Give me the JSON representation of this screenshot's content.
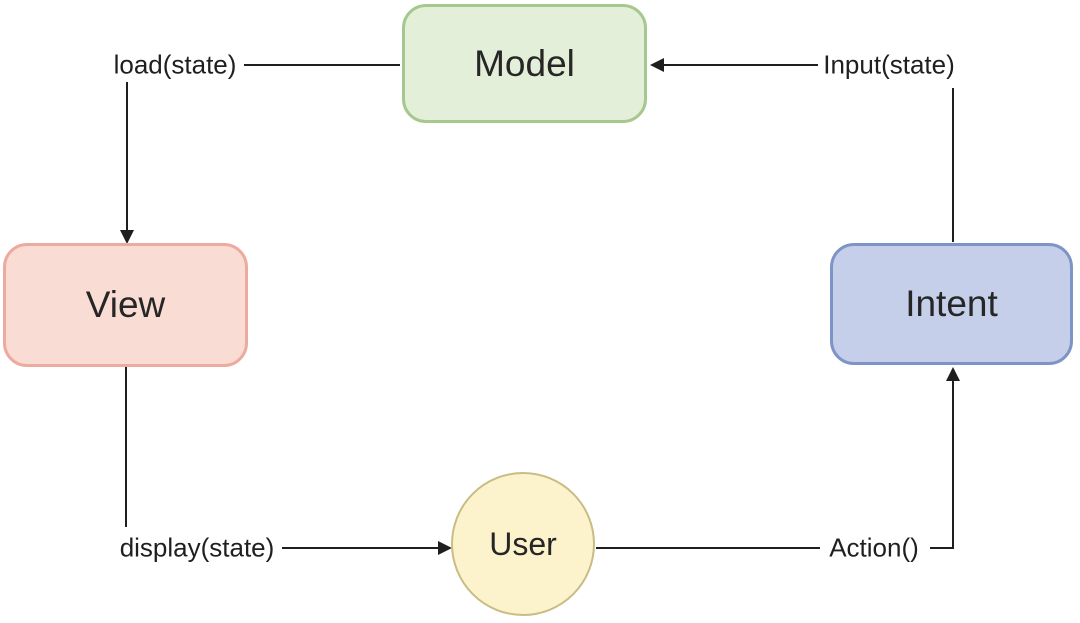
{
  "canvas": {
    "background": "#ffffff",
    "line_color": "#1f1f1f",
    "text_color": "#262626"
  },
  "nodes": {
    "model": {
      "label": "Model",
      "shape": "rounded-rect",
      "fill": "#e3efd9",
      "border": "#a6c88f"
    },
    "view": {
      "label": "View",
      "shape": "rounded-rect",
      "fill": "#f9dcd3",
      "border": "#edaa9e"
    },
    "intent": {
      "label": "Intent",
      "shape": "rounded-rect",
      "fill": "#c5cfe9",
      "border": "#7e94c6"
    },
    "user": {
      "label": "User",
      "shape": "circle",
      "fill": "#fcf2cc",
      "border": "#c9bc84"
    }
  },
  "edges": [
    {
      "from": "Model",
      "to": "View",
      "label": "load(state)"
    },
    {
      "from": "Intent",
      "to": "Model",
      "label": "Input(state)"
    },
    {
      "from": "View",
      "to": "User",
      "label": "display(state)"
    },
    {
      "from": "User",
      "to": "Intent",
      "label": "Action()"
    }
  ]
}
